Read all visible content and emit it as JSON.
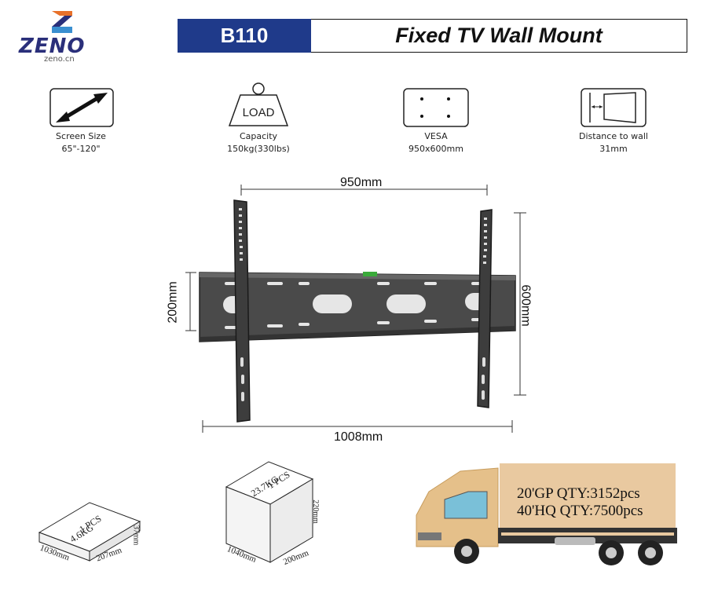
{
  "brand": {
    "name": "ZENO",
    "site": "zeno.cn"
  },
  "header": {
    "model": "B110",
    "title": "Fixed TV Wall Mount"
  },
  "specs": [
    {
      "icon": "diagonal-arrow-icon",
      "label": "Screen Size",
      "value": "65\"-120\""
    },
    {
      "icon": "weight-load-icon",
      "icon_text": "LOAD",
      "label": "Capacity",
      "value": "150kg(330lbs)"
    },
    {
      "icon": "vesa-holes-icon",
      "label": "VESA",
      "value": "950x600mm"
    },
    {
      "icon": "wall-distance-icon",
      "label": "Distance to wall",
      "value": "31mm"
    }
  ],
  "dimensions": {
    "top_width": "950mm",
    "bottom_width": "1008mm",
    "left_height": "200mm",
    "right_height": "600mm"
  },
  "packages": [
    {
      "pcs": "1 PCS",
      "weight": "4.6KG",
      "length": "1030mm",
      "width": "207mm",
      "height": "37mm"
    },
    {
      "pcs": "1 PCS",
      "weight": "23.7KG",
      "length": "1040mm",
      "width": "200mm",
      "height": "220mm"
    }
  ],
  "shipping": {
    "gp20": "20'GP QTY:3152pcs",
    "hq40": "40'HQ QTY:7500pcs"
  },
  "colors": {
    "brand_blue": "#1f3a8a",
    "logo_orange": "#e8712a",
    "truck_cargo": "#e9c9a0",
    "truck_cab": "#e5c08a"
  }
}
